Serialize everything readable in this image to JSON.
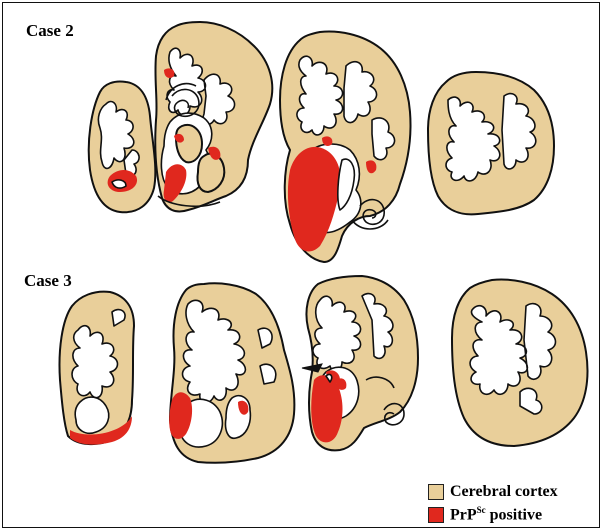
{
  "labels": {
    "case2": "Case 2",
    "case3": "Case 3"
  },
  "legend": {
    "cortex": {
      "label": "Cerebral cortex",
      "color": "#e9cf9a"
    },
    "prp": {
      "base": "PrP",
      "sup": "Sc",
      "suffix": " positive",
      "color": "#e0281e"
    }
  },
  "colors": {
    "cortex": "#e9cf9a",
    "prp": "#e0281e",
    "white_matter": "#ffffff",
    "outline": "#111111"
  }
}
